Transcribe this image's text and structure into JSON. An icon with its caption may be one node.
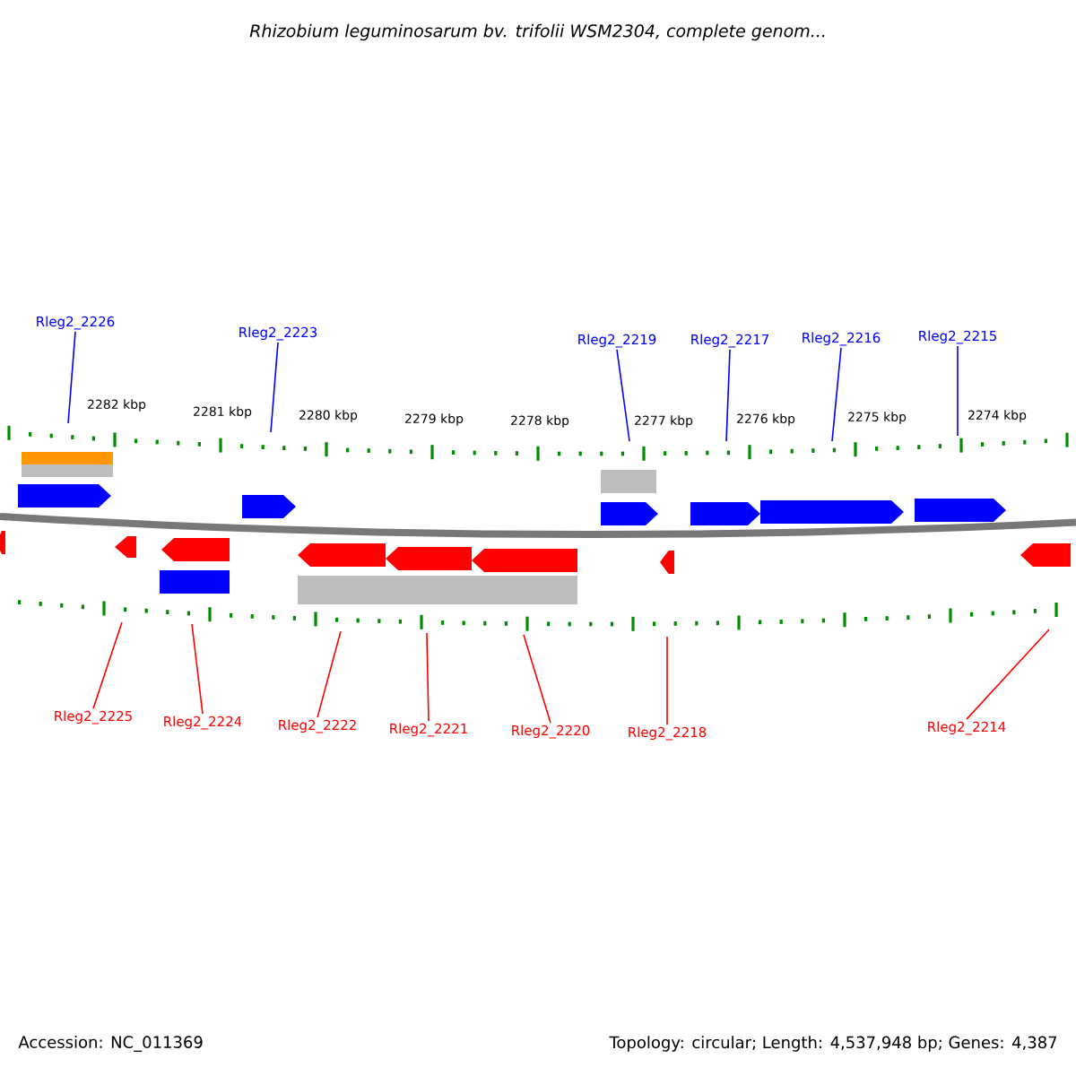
{
  "diagram": {
    "title": "Rhizobium leguminosarum bv. trifolii WSM2304, complete genom...",
    "nodes": [
      {
        "text": [
          "Rleg2_2226"
        ]
      },
      {
        "text": [
          "Rleg2_2223"
        ]
      },
      {
        "text": [
          "Rleg2_2219"
        ]
      },
      {
        "text": [
          "Rleg2_2217"
        ]
      },
      {
        "text": [
          "Rleg2_2216"
        ]
      },
      {
        "text": [
          "Rleg2_2215"
        ]
      },
      {
        "text": [
          "Rleg2_2225"
        ]
      },
      {
        "text": [
          "Rleg2_2224"
        ]
      },
      {
        "text": [
          "Rleg2_2222"
        ]
      },
      {
        "text": [
          "Rleg2_2221"
        ]
      },
      {
        "text": [
          "Rleg2_2220"
        ]
      },
      {
        "text": [
          "Rleg2_2218"
        ]
      },
      {
        "text": [
          "Rleg2_2214"
        ]
      }
    ],
    "edges": [
      {
        "from": 0,
        "to": null,
        "arrow": "none",
        "color": "#0000ff"
      },
      {
        "from": 1,
        "to": null,
        "arrow": "none",
        "color": "#0000ff"
      },
      {
        "from": 2,
        "to": null,
        "arrow": "none",
        "color": "#0000ff"
      },
      {
        "from": 3,
        "to": null,
        "arrow": "none",
        "color": "#0000ff"
      },
      {
        "from": 4,
        "to": null,
        "arrow": "none",
        "color": "#0000ff"
      },
      {
        "from": 5,
        "to": null,
        "arrow": "none",
        "color": "#0000ff"
      },
      {
        "from": 6,
        "to": null,
        "arrow": "none"
      },
      {
        "from": 7,
        "to": null,
        "arrow": "none"
      },
      {
        "from": 8,
        "to": null,
        "arrow": "none"
      },
      {
        "from": 9,
        "to": null,
        "arrow": "none"
      },
      {
        "from": 10,
        "to": null,
        "arrow": "none"
      },
      {
        "from": 11,
        "to": null,
        "arrow": "none"
      },
      {
        "from": 12,
        "to": null,
        "arrow": "none"
      }
    ],
    "labels": [
      "2282 kbp",
      "2281 kbp",
      "2280 kbp",
      "2279 kbp",
      "2278 kbp",
      "2277 kbp",
      "2276 kbp",
      "2275 kbp",
      "2274 kbp",
      "Accession: NC_011369",
      "Topology: circular; Length: 4,537,948 bp; Genes: 4,387"
    ]
  }
}
